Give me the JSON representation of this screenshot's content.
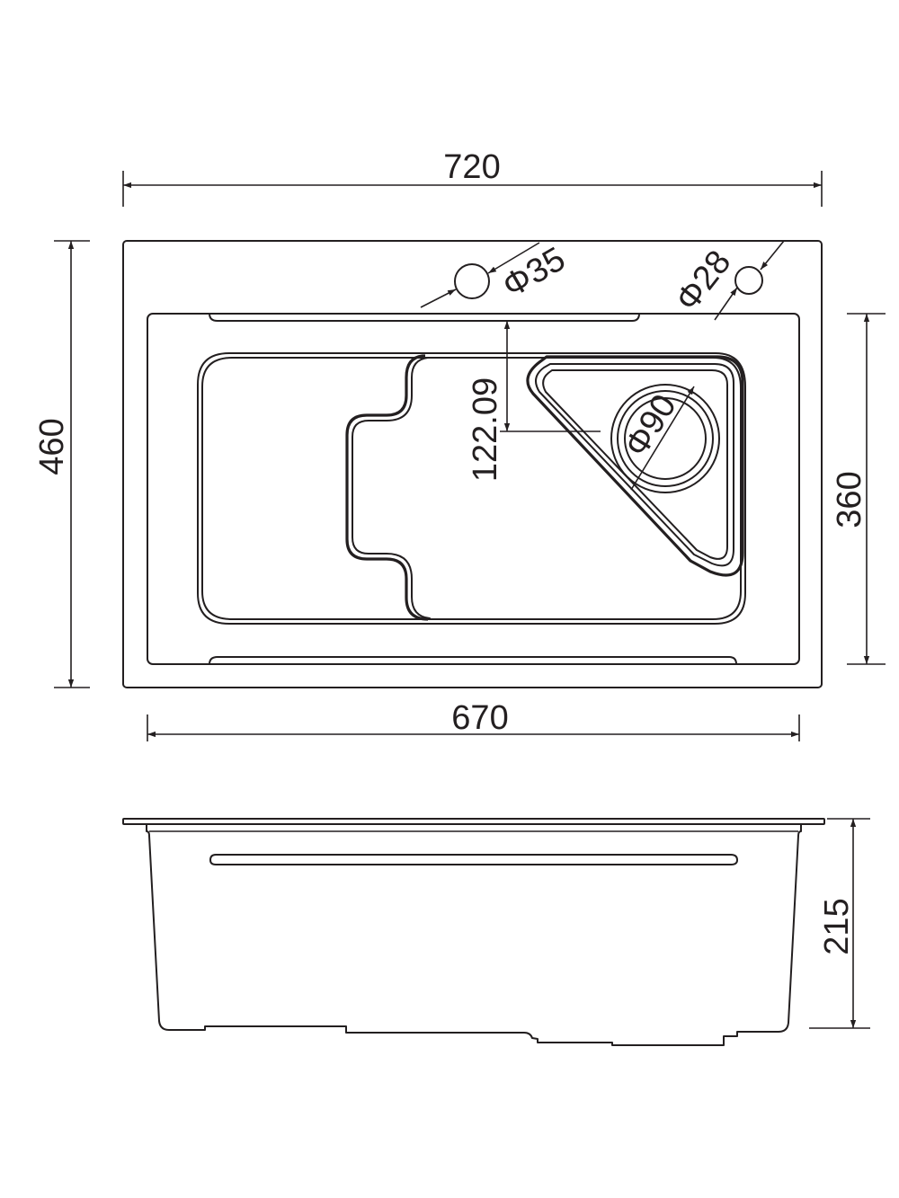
{
  "diagram": {
    "colors": {
      "line": "#231f20",
      "background": "#ffffff"
    },
    "dimensions": {
      "overall_width": "720",
      "overall_depth": "460",
      "inner_width": "670",
      "inner_depth": "360",
      "tap_hole": "Φ35",
      "accessory_hole": "Φ28",
      "drain": "Φ90",
      "drain_offset": "122.09",
      "bowl_height": "215"
    }
  }
}
